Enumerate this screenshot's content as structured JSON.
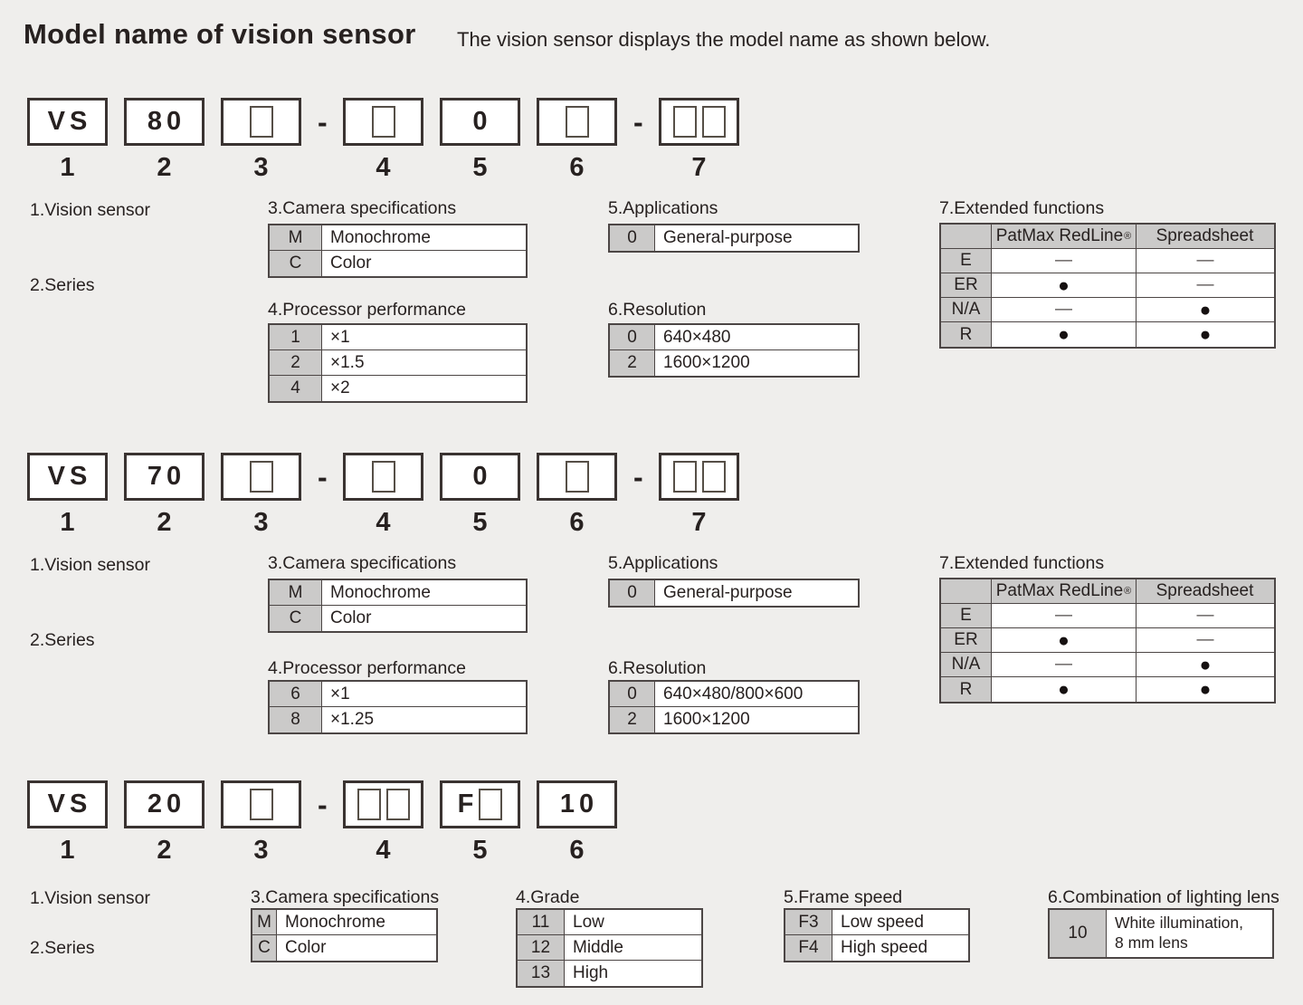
{
  "header": {
    "title": "Model name of vision sensor",
    "subtitle": "The vision sensor displays the model name as shown below."
  },
  "colors": {
    "background": "#efeeec",
    "table_key_bg": "#cbcac9",
    "border": "#4c4645",
    "text": "#272120"
  },
  "sections": [
    {
      "id": "vs80",
      "boxes": [
        {
          "type": "code",
          "label": "VS"
        },
        {
          "type": "code",
          "label": "80"
        },
        {
          "type": "slot",
          "squares": 1
        },
        {
          "type": "dash",
          "label": "-"
        },
        {
          "type": "slot",
          "squares": 1
        },
        {
          "type": "code",
          "label": "0"
        },
        {
          "type": "slot",
          "squares": 1
        },
        {
          "type": "dash",
          "label": "-"
        },
        {
          "type": "slot",
          "squares": 2
        }
      ],
      "digits": [
        "1",
        "2",
        "3",
        "4",
        "5",
        "6",
        "7"
      ],
      "labels": {
        "vision_sensor": "1.Vision sensor",
        "series": "2.Series"
      },
      "tables": [
        {
          "id": "camera",
          "heading": "3.Camera specifications",
          "rows": [
            {
              "key": "M",
              "value": "Monochrome"
            },
            {
              "key": "C",
              "value": "Color"
            }
          ]
        },
        {
          "id": "processor",
          "heading": "4.Processor performance",
          "rows": [
            {
              "key": "1",
              "value": "×1"
            },
            {
              "key": "2",
              "value": "×1.5"
            },
            {
              "key": "4",
              "value": "×2"
            }
          ]
        },
        {
          "id": "applications",
          "heading": "5.Applications",
          "rows": [
            {
              "key": "0",
              "value": "General-purpose"
            }
          ]
        },
        {
          "id": "resolution",
          "heading": "6.Resolution",
          "rows": [
            {
              "key": "0",
              "value": "640×480"
            },
            {
              "key": "2",
              "value": "1600×1200"
            }
          ]
        }
      ],
      "extended": {
        "heading": "7.Extended functions",
        "columns": [
          {
            "text": "PatMax RedLine",
            "mark": "®"
          },
          {
            "text": "Spreadsheet",
            "mark": ""
          }
        ],
        "rows": [
          {
            "key": "E",
            "cells": [
              "—",
              "—"
            ]
          },
          {
            "key": "ER",
            "cells": [
              "●",
              "—"
            ]
          },
          {
            "key": "N/A",
            "cells": [
              "—",
              "●"
            ]
          },
          {
            "key": "R",
            "cells": [
              "●",
              "●"
            ]
          }
        ]
      }
    },
    {
      "id": "vs70",
      "boxes": [
        {
          "type": "code",
          "label": "VS"
        },
        {
          "type": "code",
          "label": "70"
        },
        {
          "type": "slot",
          "squares": 1
        },
        {
          "type": "dash",
          "label": "-"
        },
        {
          "type": "slot",
          "squares": 1
        },
        {
          "type": "code",
          "label": "0"
        },
        {
          "type": "slot",
          "squares": 1
        },
        {
          "type": "dash",
          "label": "-"
        },
        {
          "type": "slot",
          "squares": 2
        }
      ],
      "digits": [
        "1",
        "2",
        "3",
        "4",
        "5",
        "6",
        "7"
      ],
      "labels": {
        "vision_sensor": "1.Vision sensor",
        "series": "2.Series"
      },
      "tables": [
        {
          "id": "camera",
          "heading": "3.Camera specifications",
          "rows": [
            {
              "key": "M",
              "value": "Monochrome"
            },
            {
              "key": "C",
              "value": "Color"
            }
          ]
        },
        {
          "id": "processor",
          "heading": "4.Processor performance",
          "rows": [
            {
              "key": "6",
              "value": "×1"
            },
            {
              "key": "8",
              "value": "×1.25"
            }
          ]
        },
        {
          "id": "applications",
          "heading": "5.Applications",
          "rows": [
            {
              "key": "0",
              "value": "General-purpose"
            }
          ]
        },
        {
          "id": "resolution",
          "heading": "6.Resolution",
          "rows": [
            {
              "key": "0",
              "value": "640×480/800×600"
            },
            {
              "key": "2",
              "value": "1600×1200"
            }
          ]
        }
      ],
      "extended": {
        "heading": "7.Extended functions",
        "columns": [
          {
            "text": "PatMax RedLine",
            "mark": "®"
          },
          {
            "text": "Spreadsheet",
            "mark": ""
          }
        ],
        "rows": [
          {
            "key": "E",
            "cells": [
              "—",
              "—"
            ]
          },
          {
            "key": "ER",
            "cells": [
              "●",
              "—"
            ]
          },
          {
            "key": "N/A",
            "cells": [
              "—",
              "●"
            ]
          },
          {
            "key": "R",
            "cells": [
              "●",
              "●"
            ]
          }
        ]
      }
    },
    {
      "id": "vs20",
      "boxes": [
        {
          "type": "code",
          "label": "VS"
        },
        {
          "type": "code",
          "label": "20"
        },
        {
          "type": "slot",
          "squares": 1
        },
        {
          "type": "dash",
          "label": "-"
        },
        {
          "type": "slot",
          "squares": 2
        },
        {
          "type": "code-slot",
          "label": "F",
          "squares": 1
        },
        {
          "type": "code",
          "label": "10"
        }
      ],
      "digits": [
        "1",
        "2",
        "3",
        "4",
        "5",
        "6"
      ],
      "labels": {
        "vision_sensor": "1.Vision sensor",
        "series": "2.Series"
      },
      "tables": [
        {
          "id": "camera",
          "heading": "3.Camera specifications",
          "rows": [
            {
              "key": "M",
              "value": "Monochrome"
            },
            {
              "key": "C",
              "value": "Color"
            }
          ]
        },
        {
          "id": "grade",
          "heading": "4.Grade",
          "rows": [
            {
              "key": "11",
              "value": "Low"
            },
            {
              "key": "12",
              "value": "Middle"
            },
            {
              "key": "13",
              "value": "High"
            }
          ]
        },
        {
          "id": "frame_speed",
          "heading": "5.Frame speed",
          "rows": [
            {
              "key": "F3",
              "value": "Low speed"
            },
            {
              "key": "F4",
              "value": "High speed"
            }
          ]
        },
        {
          "id": "lighting",
          "heading": "6.Combination of lighting lens",
          "rows": [
            {
              "key": "10",
              "lines": [
                "White illumination,",
                "8 mm lens"
              ]
            }
          ]
        }
      ]
    }
  ]
}
